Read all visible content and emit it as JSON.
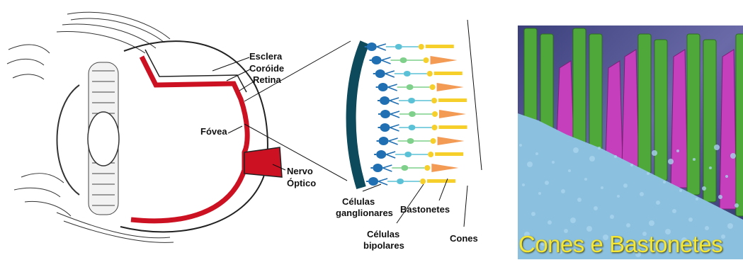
{
  "eye_diagram": {
    "labels": {
      "sclera": "Esclera",
      "choroid": "Coróide",
      "retina": "Retina",
      "fovea": "Fóvea",
      "optic_nerve_line1": "Nervo",
      "optic_nerve_line2": "Óptico"
    }
  },
  "retina_cells": {
    "labels": {
      "ganglion_line1": "Células",
      "ganglion_line2": "ganglionares",
      "bipolar_line1": "Células",
      "bipolar_line2": "bipolares",
      "rods": "Bastonetes",
      "cones": "Cones"
    }
  },
  "photo": {
    "caption": "Cones e Bastonetes"
  },
  "colors": {
    "retina_red": "#cc1122",
    "ganglion_blue": "#1f6fb2",
    "bipolar_cyan": "#5ac1d6",
    "bipolar_green": "#7fd08a",
    "rods_yellow": "#f7cf2a",
    "cones_orange": "#f39a55",
    "membrane_dark": "#0d4a5c",
    "photo_blue": "#7fb7d9",
    "photo_green": "#4fa83a",
    "photo_magenta": "#c53fbd",
    "caption_yellow": "#f5e733"
  }
}
